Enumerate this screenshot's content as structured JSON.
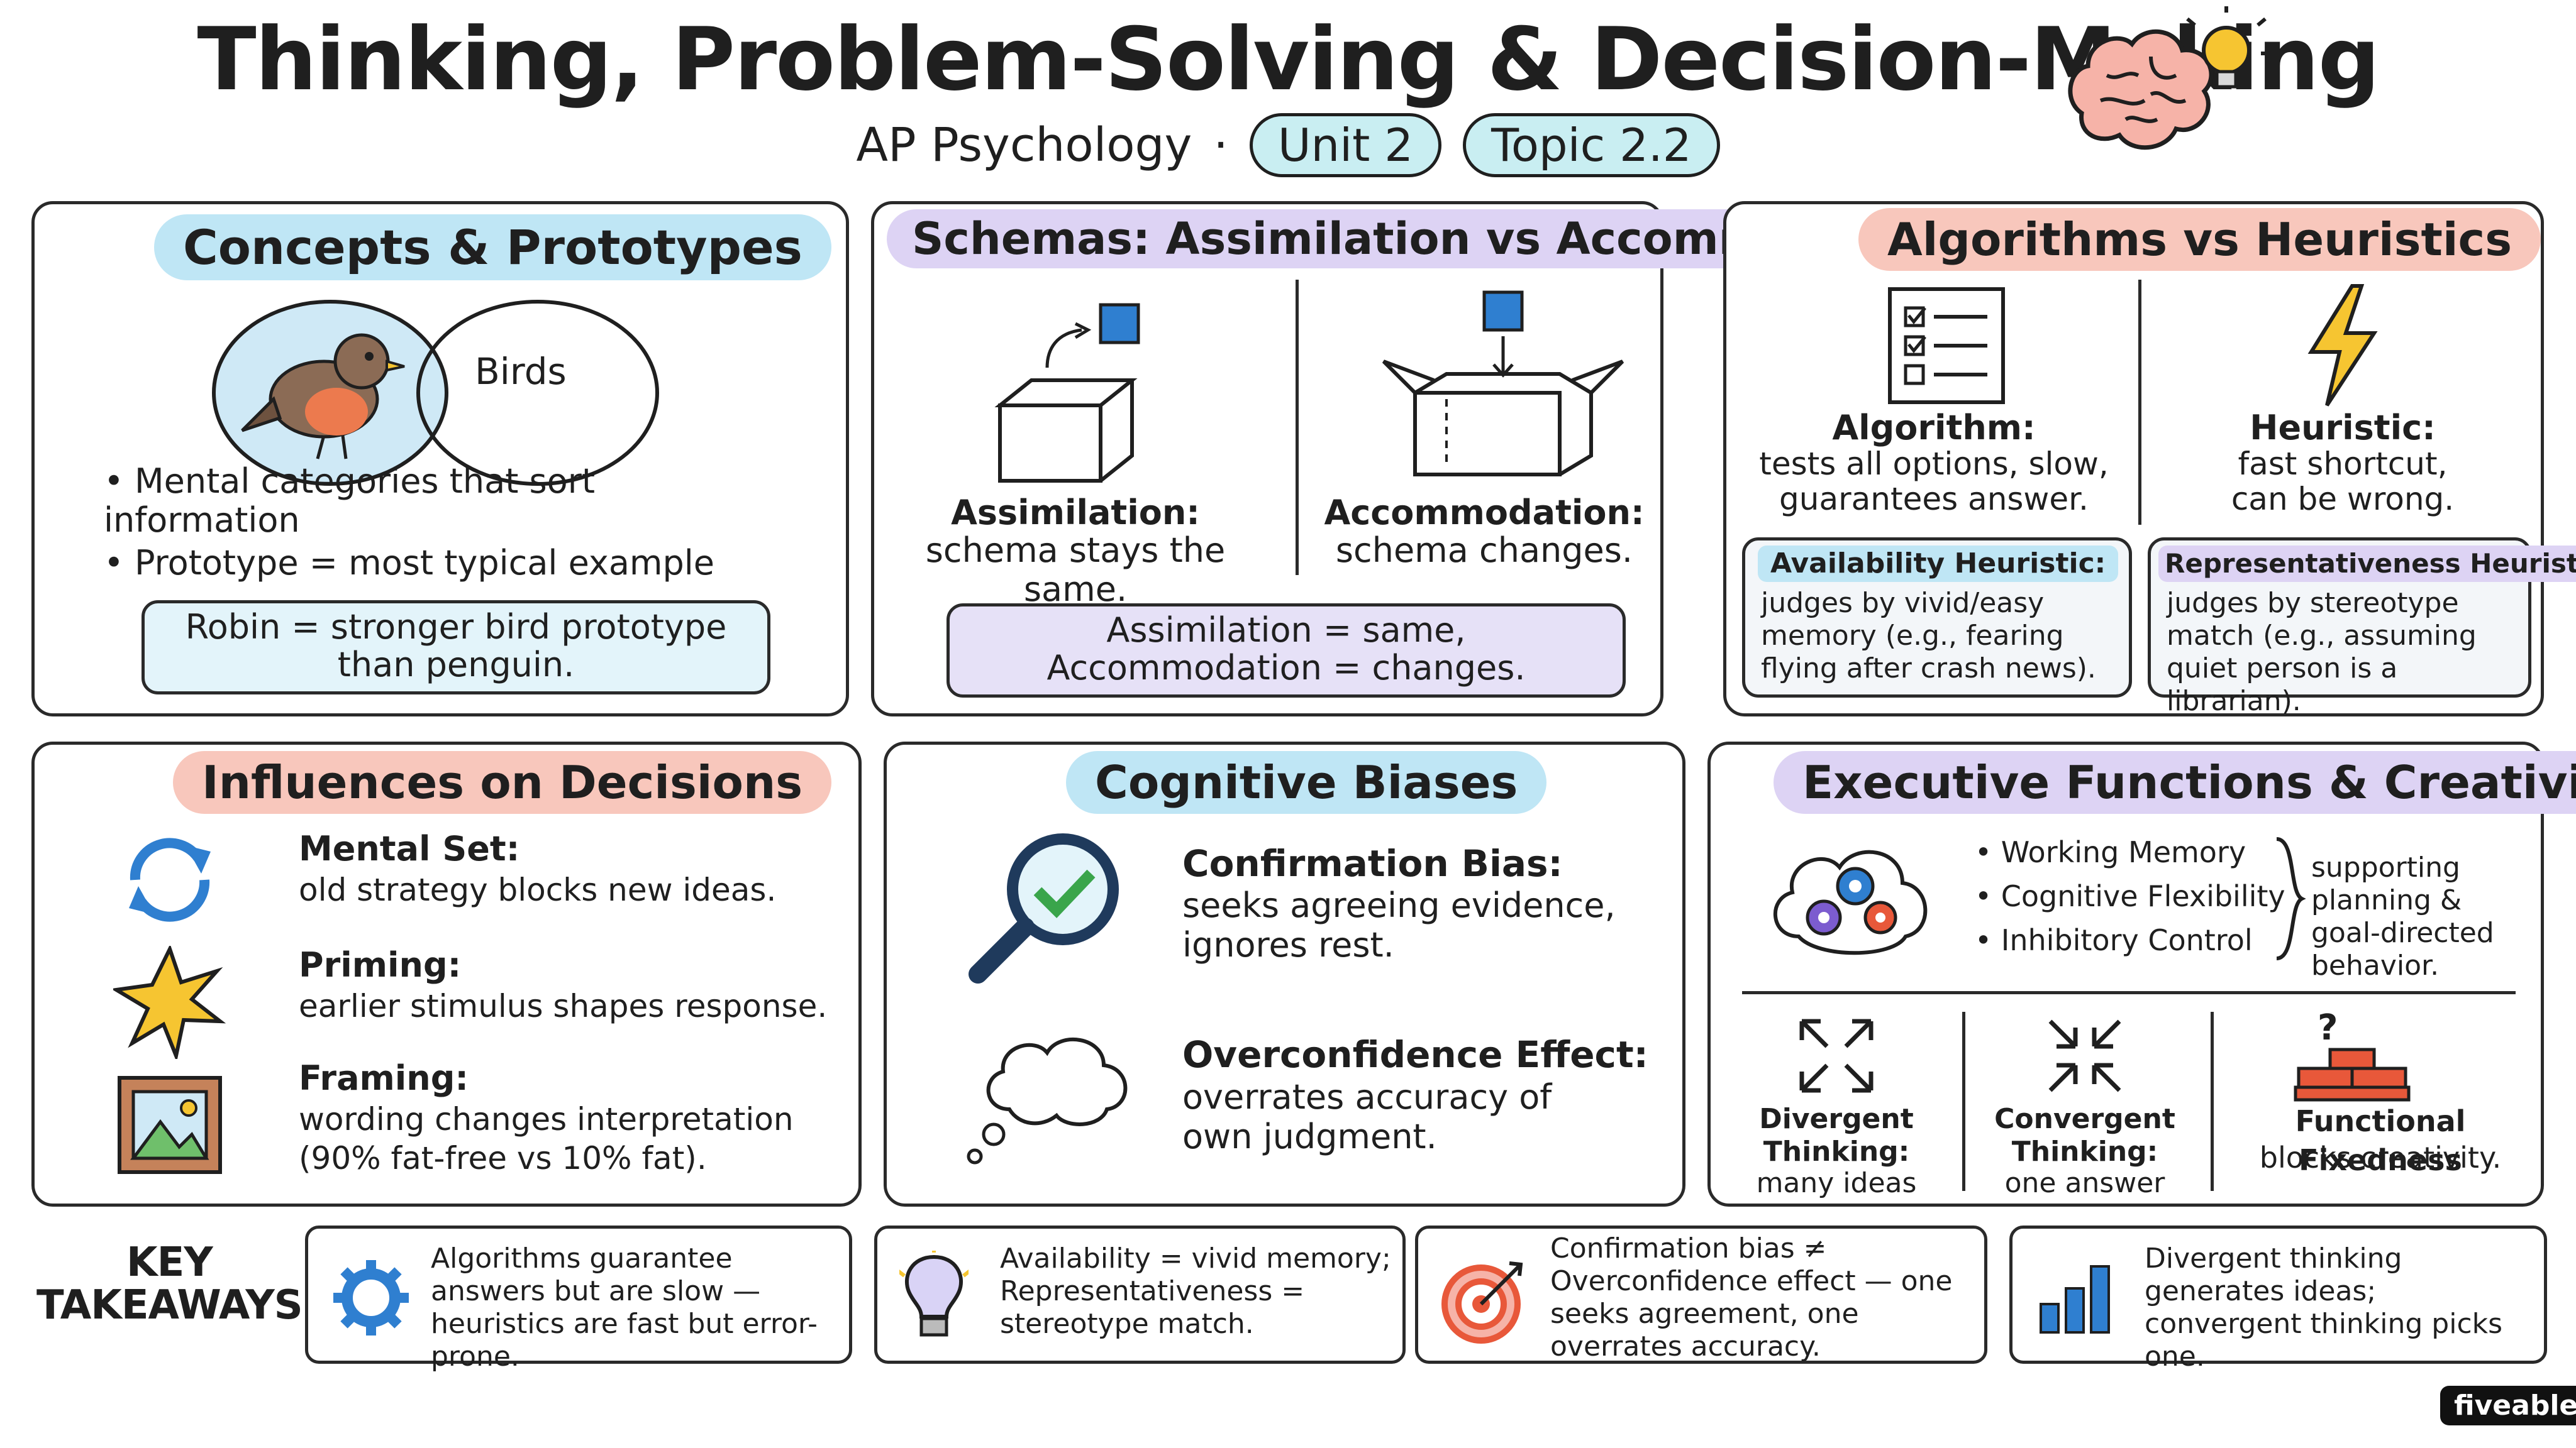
{
  "title": "Thinking, Problem-Solving & Decision-Making",
  "subtitle": {
    "course": "AP Psychology",
    "separator": "·",
    "unit": "Unit 2",
    "topic": "Topic 2.2"
  },
  "concepts": {
    "header": "Concepts & Prototypes",
    "venn_label": "Birds",
    "bullets": [
      "Mental categories that sort information",
      "Prototype = most typical example"
    ],
    "box": "Robin = stronger bird prototype than penguin."
  },
  "schemas": {
    "header": "Schemas: Assimilation vs Accommodation",
    "assimilation_title": "Assimilation:",
    "assimilation_desc": "schema stays the same.",
    "accommodation_title": "Accommodation:",
    "accommodation_desc": "schema changes.",
    "box_line1": "Assimilation = same,",
    "box_line2": "Accommodation = changes."
  },
  "algorithms": {
    "header": "Algorithms vs Heuristics",
    "algorithm_title": "Algorithm:",
    "algorithm_desc1": "tests all options, slow,",
    "algorithm_desc2": "guarantees answer.",
    "heuristic_title": "Heuristic:",
    "heuristic_desc1": "fast shortcut,",
    "heuristic_desc2": "can be wrong.",
    "availability_title": "Availability Heuristic:",
    "availability_desc": "judges by vivid/easy memory (e.g., fearing flying after crash news).",
    "representativeness_title": "Representativeness Heuristic:",
    "representativeness_desc": "judges by stereotype match (e.g., assuming quiet person is a librarian)."
  },
  "influences": {
    "header": "Influences on Decisions",
    "items": [
      {
        "title": "Mental Set:",
        "desc": "old strategy blocks new ideas."
      },
      {
        "title": "Priming:",
        "desc": "earlier stimulus shapes response."
      },
      {
        "title": "Framing:",
        "desc": "wording changes interpretation (90% fat-free vs 10% fat)."
      }
    ]
  },
  "biases": {
    "header": "Cognitive Biases",
    "items": [
      {
        "title": "Confirmation Bias:",
        "desc1": "seeks agreeing evidence,",
        "desc2": "ignores rest."
      },
      {
        "title": "Overconfidence Effect:",
        "desc1": "overrates accuracy of",
        "desc2": "own judgment."
      }
    ]
  },
  "executive": {
    "header": "Executive Functions & Creativity",
    "bullets": [
      "Working Memory",
      "Cognitive Flexibility",
      "Inhibitory Control"
    ],
    "supporting": "supporting planning & goal-directed behavior.",
    "divergent_title": "Divergent Thinking:",
    "divergent_desc": "many ideas",
    "convergent_title": "Convergent Thinking:",
    "convergent_desc": "one answer",
    "fixedness_title": "Functional Fixedness",
    "fixedness_desc": "blocks creativity.",
    "question_mark": "?"
  },
  "takeaways": {
    "label1": "KEY",
    "label2": "TAKEAWAYS",
    "items": [
      "Algorithms guarantee answers but are slow — heuristics are fast but error-prone.",
      "Availability = vivid memory; Representativeness = stereotype match.",
      "Confirmation bias ≠ Overconfidence effect — one seeks agreement, one overrates accuracy.",
      "Divergent thinking generates ideas; convergent thinking picks one."
    ]
  },
  "brand": "fiveable",
  "colors": {
    "accent_blue": "#2f7fd0",
    "accent_yellow": "#f6c531",
    "accent_orange": "#e8583a",
    "check_green": "#3aa54b",
    "purple": "#7c5ccf"
  }
}
